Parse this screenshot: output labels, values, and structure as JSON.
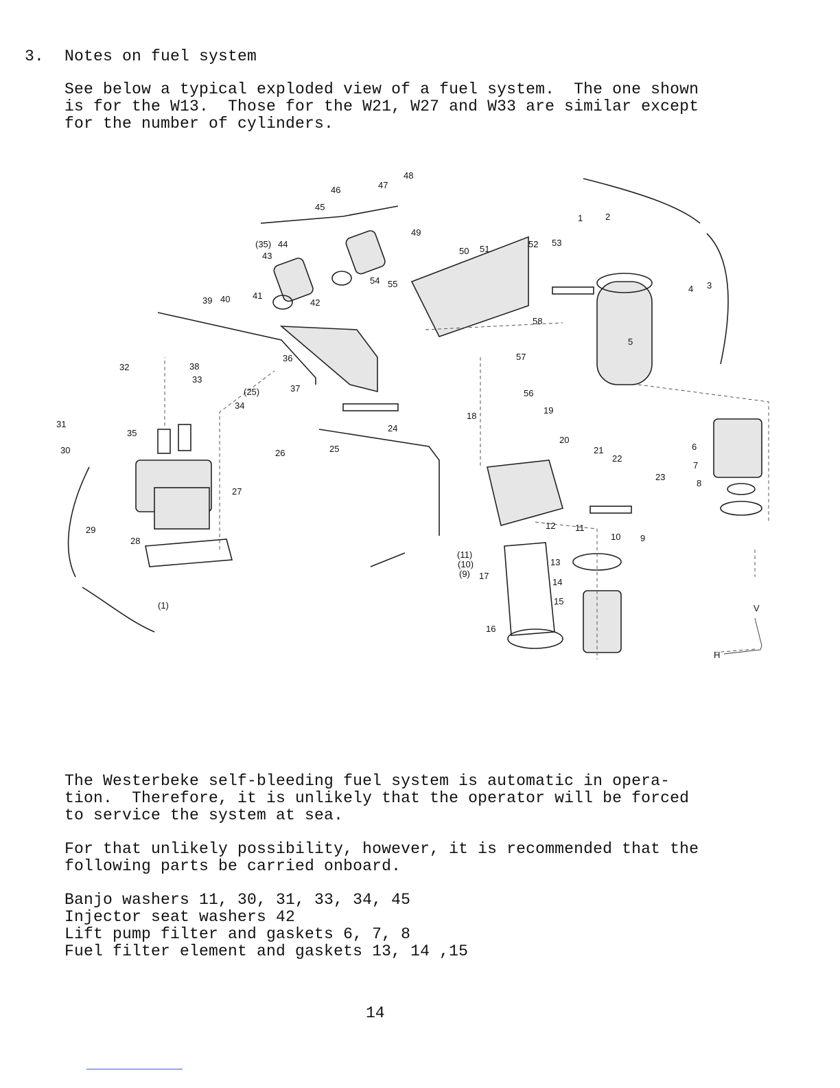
{
  "section": {
    "number": "3.",
    "title": "Notes on fuel system"
  },
  "intro": [
    "See below a typical exploded view of a fuel system.  The one shown",
    "is for the W13.  Those for the W21, W27 and W33 are similar except",
    "for the number of cylinders."
  ],
  "diagram": {
    "part_labels": [
      "1",
      "2",
      "3",
      "4",
      "5",
      "6",
      "7",
      "8",
      "9",
      "10",
      "11",
      "12",
      "13",
      "14",
      "15",
      "16",
      "17",
      "18",
      "19",
      "20",
      "21",
      "22",
      "23",
      "24",
      "25",
      "26",
      "27",
      "28",
      "29",
      "30",
      "31",
      "32",
      "33",
      "34",
      "35",
      "36",
      "37",
      "38",
      "39",
      "40",
      "41",
      "42",
      "43",
      "44",
      "45",
      "46",
      "47",
      "48",
      "49",
      "50",
      "51",
      "52",
      "53",
      "54",
      "55",
      "56",
      "57",
      "58",
      "(1)",
      "(9)",
      "(10)",
      "(11)",
      "(25)",
      "(35)"
    ],
    "axis_v": "V",
    "axis_h": "H"
  },
  "body": [
    "The Westerbeke self-bleeding fuel system is automatic in opera-",
    "tion.  Therefore, it is unlikely that the operator will be forced",
    "to service the system at sea."
  ],
  "body2": [
    "For that unlikely possibility, however, it is recommended that the",
    "following parts be carried onboard."
  ],
  "parts_list": [
    "Banjo washers 11, 30, 31, 33, 34, 45",
    "Injector seat washers 42",
    "Lift pump filter and gaskets 6, 7, 8",
    "Fuel filter element and gaskets 13, 14 ,15"
  ],
  "page_number": "14"
}
